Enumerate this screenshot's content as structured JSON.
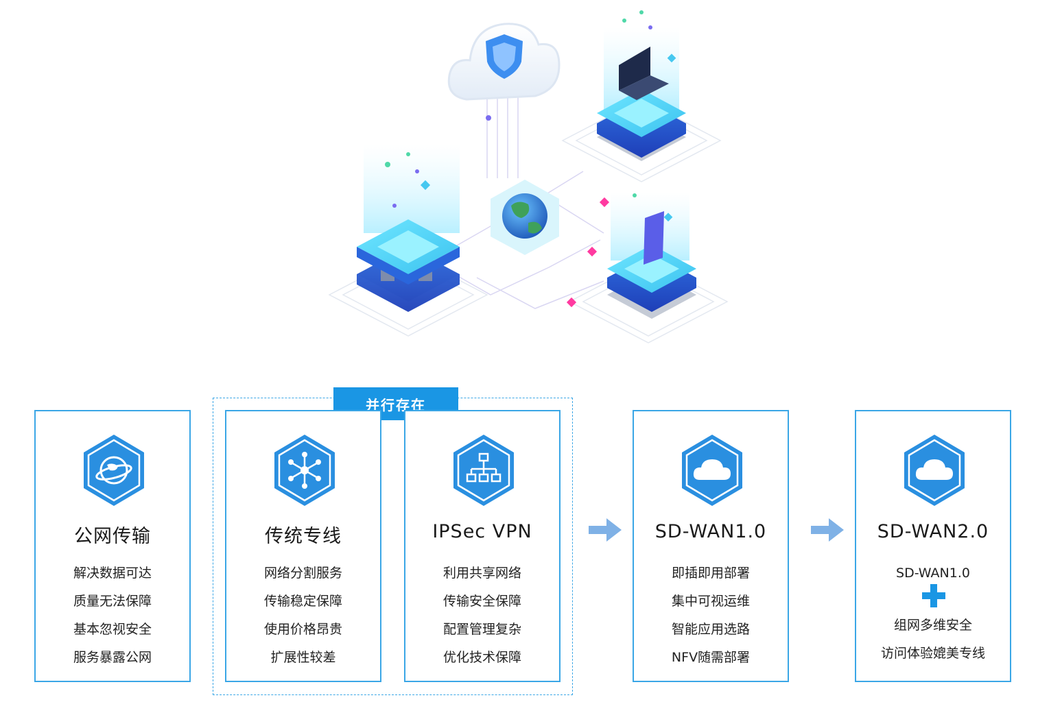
{
  "colors": {
    "accent": "#1a96e4",
    "border": "#3aa6e6",
    "hex_fill": "#2a8fe0",
    "arrow": "#7fb1e6"
  },
  "parallel_label": "并行存在",
  "cards": [
    {
      "title": "公网传输",
      "icon": "globe-icon",
      "lines": [
        "解决数据可达",
        "质量无法保障",
        "基本忽视安全",
        "服务暴露公网"
      ]
    },
    {
      "title": "传统专线",
      "icon": "network-hub-icon",
      "lines": [
        "网络分割服务",
        "传输稳定保障",
        "使用价格昂贵",
        "扩展性较差"
      ]
    },
    {
      "title": "IPSec VPN",
      "icon": "hierarchy-icon",
      "lines": [
        "利用共享网络",
        "传输安全保障",
        "配置管理复杂",
        "优化技术保障"
      ]
    },
    {
      "title": "SD-WAN1.0",
      "icon": "cloud-icon",
      "lines": [
        "即插即用部署",
        "集中可视运维",
        "智能应用选路",
        "NFV随需部署"
      ]
    },
    {
      "title": "SD-WAN2.0",
      "icon": "cloud-icon",
      "lines": [
        "SD-WAN1.0"
      ],
      "plus_icon": "plus-icon",
      "lines_after": [
        "组网多维安全",
        "访问体验媲美专线"
      ]
    }
  ]
}
